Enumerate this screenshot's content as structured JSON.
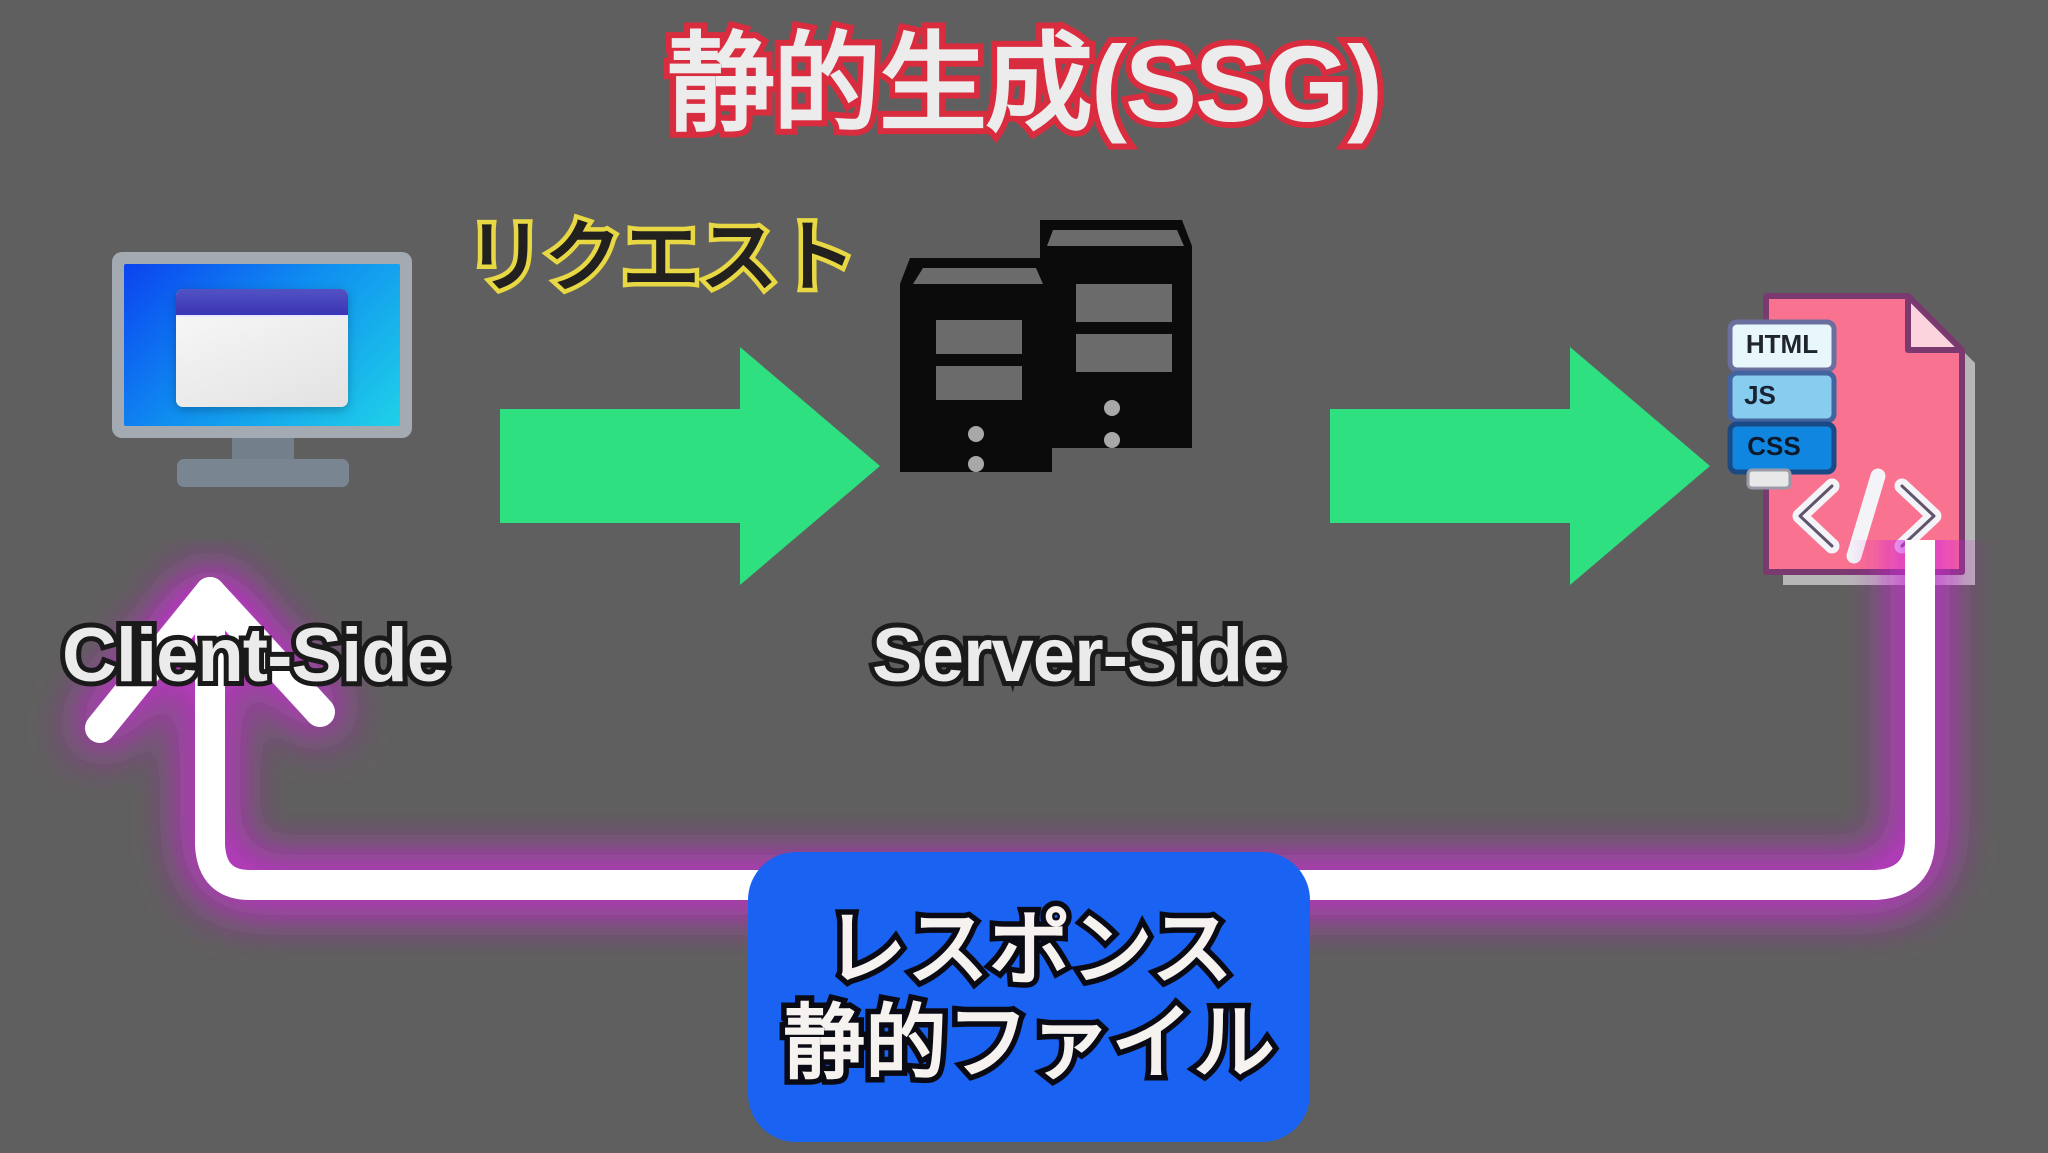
{
  "diagram": {
    "title": "静的生成(SSG)",
    "background_color": "#605f5f",
    "title_fill_color": "#ececec",
    "title_stroke_color": "#d92d3f"
  },
  "labels": {
    "request": "リクエスト",
    "request_fill_color": "#232020",
    "request_stroke_color": "#e8d843",
    "client_side": "Client-Side",
    "server_side": "Server-Side",
    "side_label_fill_color": "#ebebeb",
    "side_label_stroke_color": "#1a1a1a"
  },
  "response_box": {
    "line1": "レスポンス",
    "line2": "静的ファイル",
    "background_color": "#1a62f2",
    "text_color": "#f5f2ef",
    "stroke_color": "#0a0a14"
  },
  "icons": {
    "monitor": "desktop-monitor-icon",
    "servers": "server-tower-icon",
    "file": "code-file-icon",
    "arrow_request": "green-right-arrow-icon",
    "arrow_generate": "green-right-arrow-icon",
    "arrow_response": "glowing-return-arrow-icon"
  },
  "file_icon": {
    "tabs": [
      "HTML",
      "JS",
      "CSS"
    ],
    "tab_colors": [
      "#e8f7fb",
      "#86cdf0",
      "#1186e0"
    ],
    "code_glyph": "</>",
    "paper_color": "#f9728f",
    "fold_color": "#fbd4de",
    "outline_color": "#7a3a70"
  },
  "colors": {
    "green_arrow": "#2ee07f",
    "glow_magenta": "#d42ce0",
    "glow_line": "#ffffff",
    "server_body": "#0b0b0b",
    "server_slot": "#6b6b6b"
  }
}
